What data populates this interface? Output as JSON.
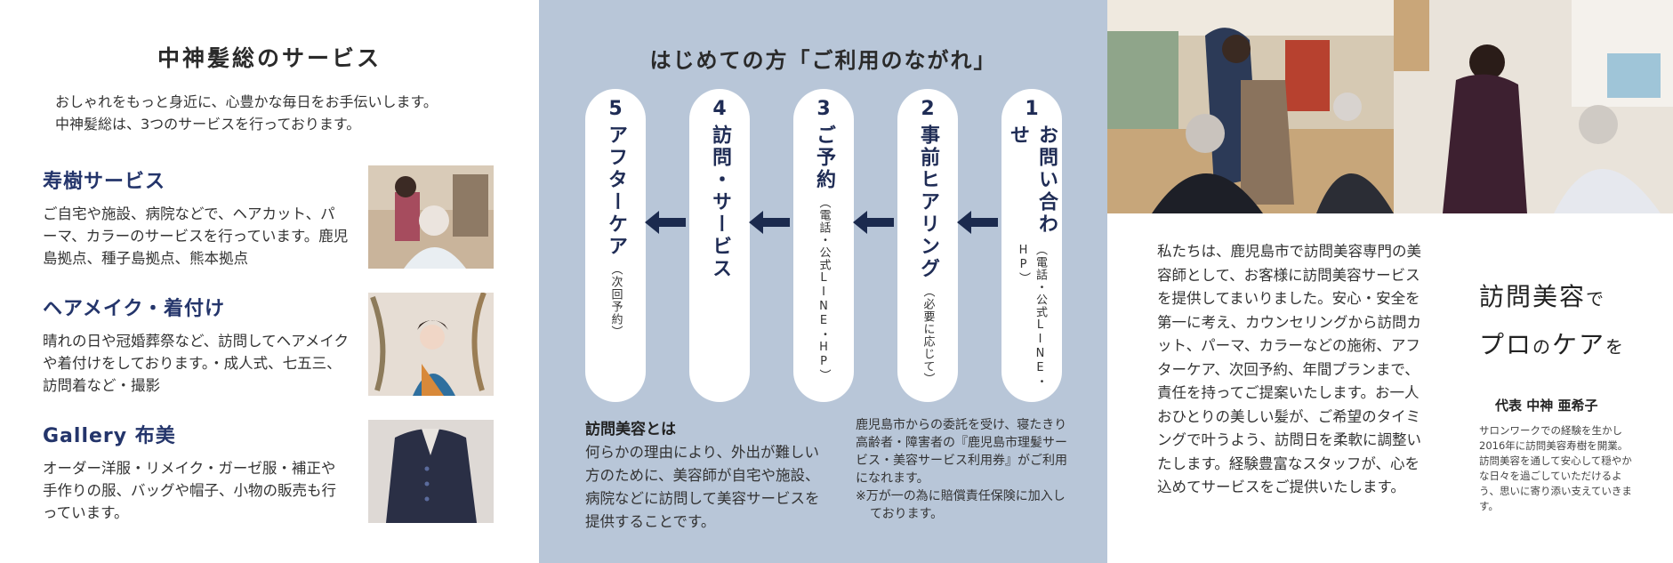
{
  "left": {
    "title": "中神髪総のサービス",
    "intro_line1": "おしゃれをもっと身近に、心豊かな毎日をお手伝いします。",
    "intro_line2": "中神髪総は、3つのサービスを行っております。",
    "services": [
      {
        "name": "寿樹サービス",
        "desc": "ご自宅や施設、病院などで、ヘアカット、パーマ、カラーのサービスを行っています。鹿児島拠点、種子島拠点、熊本拠点"
      },
      {
        "name": "ヘアメイク・着付け",
        "desc": "晴れの日や冠婚葬祭など、訪問してヘアメイクや着付けをしております。・成人式、七五三、訪問着など・撮影"
      },
      {
        "name": "Gallery 布美",
        "desc": "オーダー洋服・リメイク・ガーゼ服・補正や手作りの服、バッグや帽子、小物の販売も行っています。"
      }
    ]
  },
  "middle": {
    "title": "はじめての方「ご利用のながれ」",
    "steps": [
      {
        "num": "1",
        "label": "お問い合わせ",
        "sub": "（電話・公式LINE・HP）"
      },
      {
        "num": "2",
        "label": "事前ヒアリング",
        "sub": "（必要に応じて）"
      },
      {
        "num": "3",
        "label": "ご予約",
        "sub": "（電話・公式LINE・HP）"
      },
      {
        "num": "4",
        "label": "訪問・サービス",
        "sub": ""
      },
      {
        "num": "5",
        "label": "アフターケア",
        "sub": "（次回予約）"
      }
    ],
    "about_heading": "訪問美容とは",
    "about_body": "何らかの理由により、外出が難しい方のために、美容師が自宅や施設、病院などに訪問して美容サービスを提供することです。",
    "note1": "鹿児島市からの委託を受け、寝たきり高齢者・障害者の『鹿児島市理髪サービス・美容サービス利用券』がご利用になれます。",
    "note2": "※万が一の為に賠償責任保険に加入しております。"
  },
  "right": {
    "body": "私たちは、鹿児島市で訪問美容専門の美容師として、お客様に訪問美容サービスを提供してまいりました。安心・安全を第一に考え、カウンセリングから訪問カット、パーマ、カラーなどの施術、アフターケア、次回予約、年間プランまで、責任を持ってご提案いたします。お一人おひとりの美しい髪が、ご希望のタイミングで叶うよう、訪問日を柔軟に調整いたします。経験豊富なスタッフが、心を込めてサービスをご提供いたします。",
    "catch_line1_main": "訪問美容",
    "catch_line1_small": "で",
    "catch_line2_a": "プロ",
    "catch_line2_b": "の",
    "catch_line2_c": "ケア",
    "catch_line2_d": "を",
    "rep_name": "代表 中神 亜希子",
    "rep_desc": "サロンワークでの経験を生かし2016年に訪問美容寿樹を開業。訪問美容を通して安心して穏やかな日々を過ごしていただけるよう、思いに寄り添い支えていきます。"
  },
  "colors": {
    "navy": "#24356b",
    "panel_blue": "#b8c6d8",
    "arrow": "#1b2a4e"
  }
}
